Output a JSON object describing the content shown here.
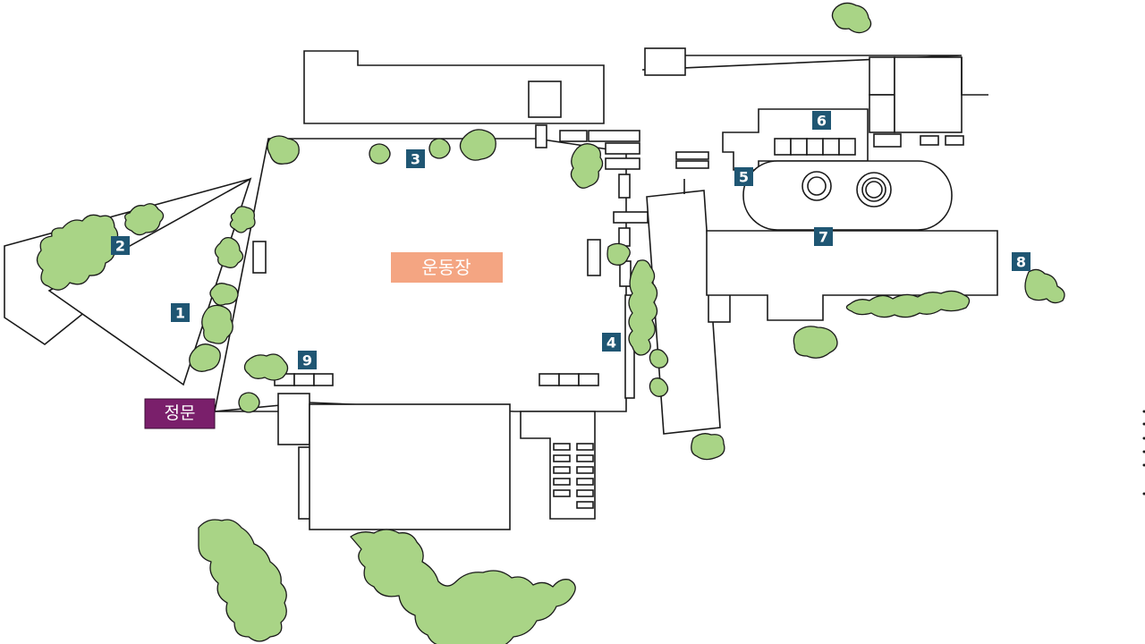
{
  "map": {
    "area_markers": [
      "1",
      "2",
      "3",
      "4",
      "5",
      "6",
      "7",
      "8",
      "9"
    ],
    "playground_label": "운동장",
    "main_gate_label": "정문",
    "colors": {
      "marker_bg": "#1f5673",
      "playground_bg": "#f4a582",
      "main_gate_bg": "#7a1f6b",
      "tree_fill": "#a9d486",
      "outline": "#1a1a1a"
    }
  }
}
